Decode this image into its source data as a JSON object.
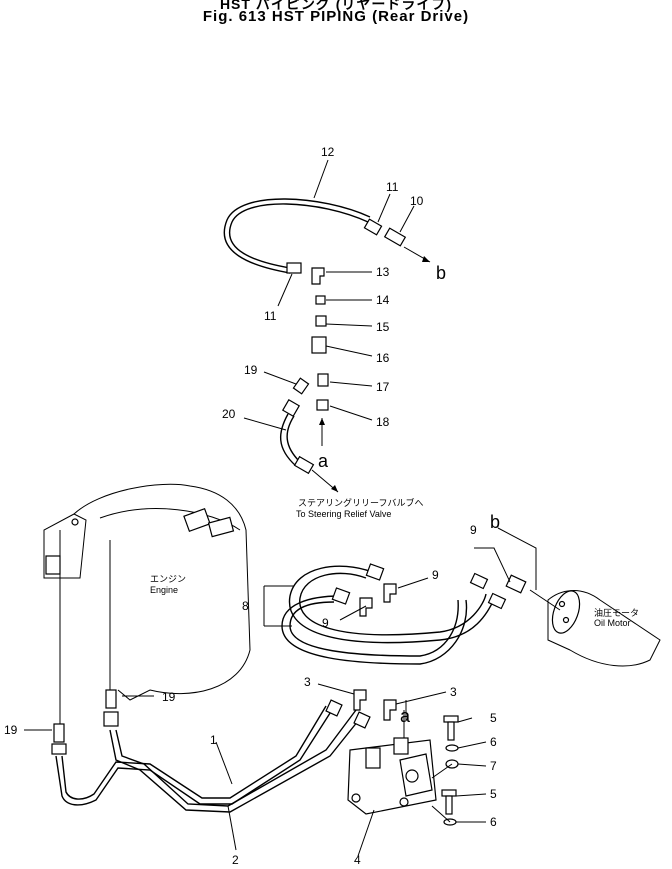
{
  "header": {
    "title_jp": "HST パイピング (リヤードライブ)",
    "title_en": "Fig. 613 HST PIPING (Rear Drive)"
  },
  "labels": {
    "steering_jp": "ステアリングリリーフバルブへ",
    "steering_en": "To Steering Relief Valve",
    "engine_jp": "エンジン",
    "engine_en": "Engine",
    "motor_jp": "油圧モータ",
    "motor_en": "Oil Motor",
    "a": "a",
    "b": "b"
  },
  "callouts": {
    "c1": "1",
    "c2": "2",
    "c3a": "3",
    "c3b": "3",
    "c4": "4",
    "c5a": "5",
    "c5b": "5",
    "c6a": "6",
    "c6b": "6",
    "c7": "7",
    "c8": "8",
    "c9a": "9",
    "c9b": "9",
    "c9c": "9",
    "c10": "10",
    "c11a": "11",
    "c11b": "11",
    "c12": "12",
    "c13": "13",
    "c14": "14",
    "c15": "15",
    "c16": "16",
    "c17": "17",
    "c18": "18",
    "c19a": "19",
    "c19b": "19",
    "c19c": "19",
    "c20": "20"
  }
}
